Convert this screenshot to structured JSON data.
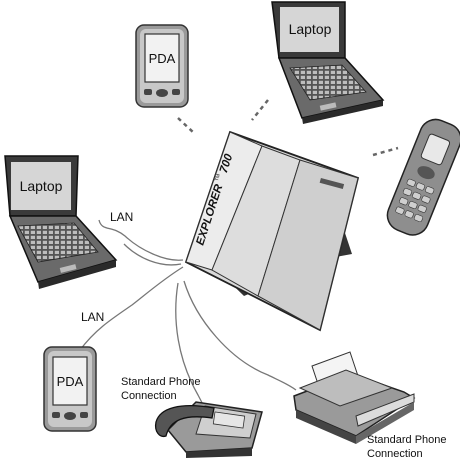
{
  "devices": {
    "pda_top": "PDA",
    "laptop_top": "Laptop",
    "laptop_left": "Laptop",
    "pda_bottom": "PDA",
    "terminal_brand": "EXPLORER",
    "terminal_model": "700",
    "terminal_tm": "TM"
  },
  "links": {
    "lan_upper": "LAN",
    "lan_lower": "LAN",
    "phone_line_1": "Standard Phone",
    "phone_line_2": "Connection",
    "fax_line_1": "Standard Phone",
    "fax_line_2": "Connection"
  }
}
